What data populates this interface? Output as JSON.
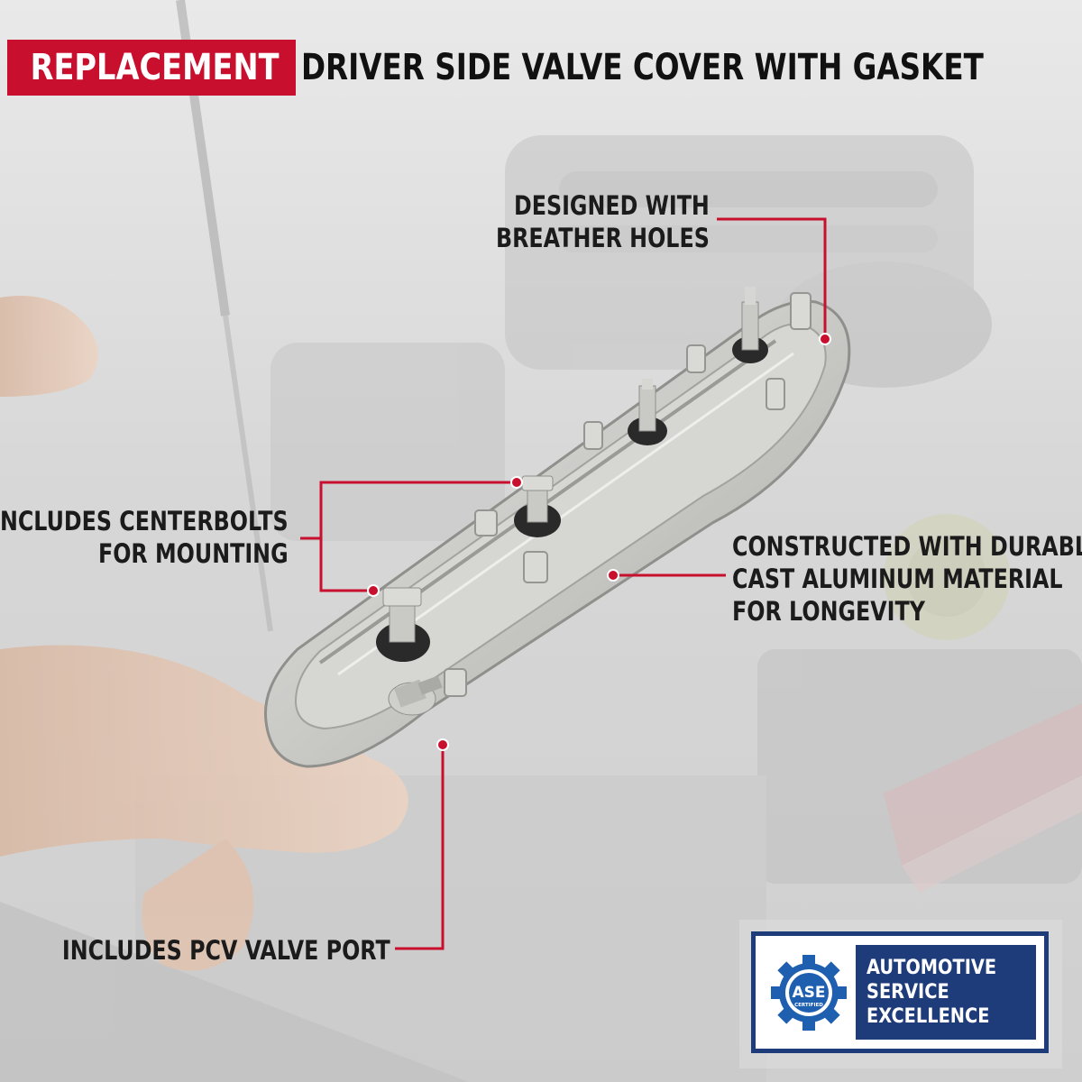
{
  "banner": {
    "tag": "REPLACEMENT",
    "title": "DRIVER SIDE VALVE COVER WITH GASKET"
  },
  "callouts": {
    "breather": [
      "DESIGNED WITH",
      "BREATHER HOLES"
    ],
    "centerbolts": [
      "INCLUDES CENTERBOLTS",
      "FOR MOUNTING"
    ],
    "aluminum": [
      "CONSTRUCTED WITH DURABLE",
      "CAST ALUMINUM MATERIAL",
      "FOR LONGEVITY"
    ],
    "pcv": [
      "INCLUDES PCV VALVE PORT"
    ]
  },
  "badge": {
    "logo_text": "ASE",
    "logo_sub": "CERTIFIED",
    "lines": [
      "AUTOMOTIVE",
      "SERVICE",
      "EXCELLENCE"
    ]
  },
  "colors": {
    "accent_red": "#c8102e",
    "badge_blue": "#1f3c7a",
    "gear_blue": "#1f5fb0"
  },
  "icons": {
    "badge_logo": "ase-gear-icon"
  }
}
